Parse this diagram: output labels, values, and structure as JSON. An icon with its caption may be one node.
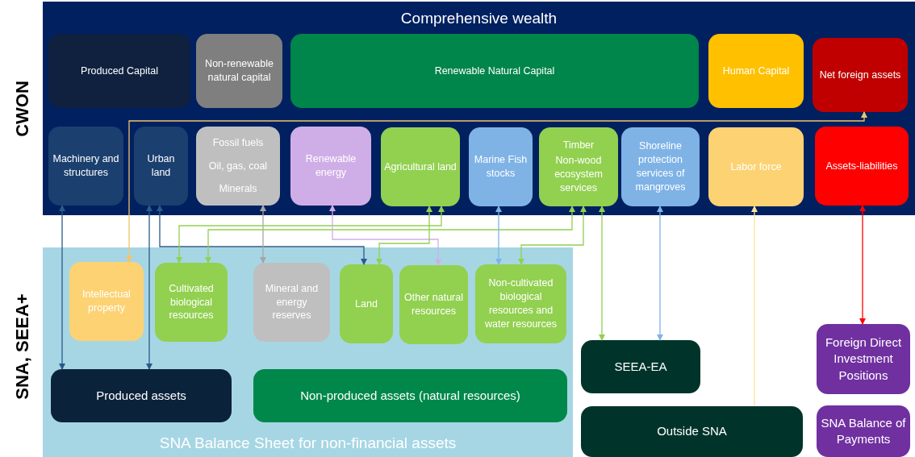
{
  "diagram": {
    "nodes": [
      {
        "text": [
          "Comprehensive wealth"
        ]
      },
      {
        "text": [
          "Produced Capital"
        ],
        "in": 0
      },
      {
        "text": [
          "Non-renewable natural capital"
        ],
        "in": 0
      },
      {
        "text": [
          "Renewable Natural Capital"
        ],
        "in": 0
      },
      {
        "text": [
          "Human Capital"
        ],
        "in": 0
      },
      {
        "text": [
          "Net foreign assets"
        ],
        "in": 0
      },
      {
        "text": [
          "Machinery and structures"
        ],
        "in": 0
      },
      {
        "text": [
          "Urban land"
        ],
        "in": 0
      },
      {
        "text": [
          "Fossil fuels",
          "Oil, gas, coal",
          "Minerals"
        ],
        "in": 0
      },
      {
        "text": [
          "Renewable energy"
        ],
        "in": 0
      },
      {
        "text": [
          "Agricultural land"
        ],
        "in": 0
      },
      {
        "text": [
          "Marine Fish stocks"
        ],
        "in": 0
      },
      {
        "text": [
          "Timber",
          "Non-wood ecosystem services"
        ],
        "in": 0
      },
      {
        "text": [
          "Shoreline protection services of mangroves"
        ],
        "in": 0
      },
      {
        "text": [
          "Labor force"
        ],
        "in": 0
      },
      {
        "text": [
          "Assets-liabilities"
        ],
        "in": 0
      },
      {
        "text": [
          "SNA Balance Sheet for non-financial assets"
        ]
      },
      {
        "text": [
          "Intellectual property"
        ],
        "in": 16
      },
      {
        "text": [
          "Cultivated biological resources"
        ],
        "in": 16
      },
      {
        "text": [
          "Mineral and energy reserves"
        ],
        "in": 16
      },
      {
        "text": [
          "Land"
        ],
        "in": 16
      },
      {
        "text": [
          "Other natural resources"
        ],
        "in": 16
      },
      {
        "text": [
          "Non-cultivated biological resources and water resources"
        ],
        "in": 16
      },
      {
        "text": [
          "Produced assets"
        ],
        "in": 16
      },
      {
        "text": [
          "Non-produced assets (natural resources)"
        ],
        "in": 16
      },
      {
        "text": [
          "SEEA-EA"
        ]
      },
      {
        "text": [
          "Outside SNA"
        ]
      },
      {
        "text": [
          "Foreign Direct Investment Positions"
        ]
      },
      {
        "text": [
          "SNA Balance of Payments"
        ]
      }
    ],
    "edges": [
      {
        "from": 6,
        "to": 23,
        "arrow": "both",
        "color": "#2a5a8a"
      },
      {
        "from": 7,
        "to": 23,
        "arrow": "both",
        "color": "#2a5a8a"
      },
      {
        "from": 7,
        "to": 20,
        "arrow": "both",
        "color": "#2a5a8a"
      },
      {
        "from": 17,
        "to": 5,
        "arrow": "both",
        "color": "#f2c46a"
      },
      {
        "from": 8,
        "to": 19,
        "arrow": "both",
        "color": "#a6a6a6"
      },
      {
        "from": 10,
        "to": 18,
        "arrow": "both",
        "color": "#92d050"
      },
      {
        "from": 12,
        "to": 18,
        "arrow": "both",
        "color": "#92d050"
      },
      {
        "from": 9,
        "to": 21,
        "arrow": "both",
        "color": "#cfaee8"
      },
      {
        "from": 10,
        "to": 20,
        "arrow": "both",
        "color": "#92d050"
      },
      {
        "from": 11,
        "to": 22,
        "arrow": "both",
        "color": "#7fb3e6"
      },
      {
        "from": 12,
        "to": 22,
        "arrow": "both",
        "color": "#92d050"
      },
      {
        "from": 12,
        "to": 25,
        "arrow": "both",
        "color": "#92d050"
      },
      {
        "from": 13,
        "to": 25,
        "arrow": "both",
        "color": "#7fb3e6"
      },
      {
        "from": 26,
        "to": 14,
        "arrow": "to",
        "color": "#fde3a0"
      },
      {
        "from": 15,
        "to": 27,
        "arrow": "both",
        "color": "#ff0000"
      }
    ],
    "labels": [
      "CWON",
      "SNA, SEEA+"
    ]
  }
}
